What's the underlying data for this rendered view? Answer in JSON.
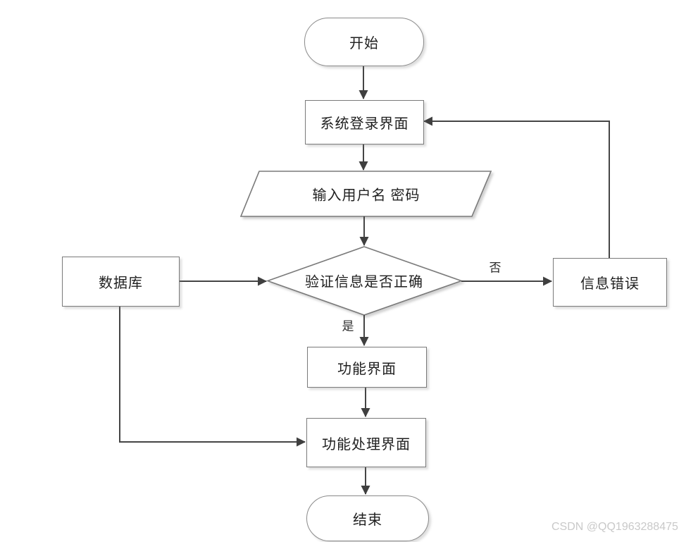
{
  "diagram": {
    "title_hint": "login-flowchart",
    "nodes": {
      "start": {
        "label": "开始",
        "type": "terminator"
      },
      "login": {
        "label": "系统登录界面",
        "type": "process"
      },
      "input": {
        "label": "输入用户名 密码",
        "type": "input-output"
      },
      "verify": {
        "label": "验证信息是否正确",
        "type": "decision"
      },
      "database": {
        "label": "数据库",
        "type": "process"
      },
      "error": {
        "label": "信息错误",
        "type": "process"
      },
      "function": {
        "label": "功能界面",
        "type": "process"
      },
      "process": {
        "label": "功能处理界面",
        "type": "process"
      },
      "end": {
        "label": "结束",
        "type": "terminator"
      }
    },
    "edge_labels": {
      "yes": "是",
      "no": "否"
    },
    "edges": [
      "start -> login",
      "login -> input",
      "input -> verify",
      "verify -> function (是)",
      "verify -> error (否)",
      "database -> verify",
      "error -> login",
      "function -> process",
      "database -> process",
      "process -> end"
    ]
  },
  "colors": {
    "background": "#ffffff",
    "shape_fill": "#ffffff",
    "shape_border": "#7a7a7a",
    "connector": "#454545",
    "arrowhead": "#3f3f3f",
    "text": "#1f1f1f",
    "watermark": "#c9c9c9"
  },
  "watermark": "CSDN @QQ1963288475"
}
